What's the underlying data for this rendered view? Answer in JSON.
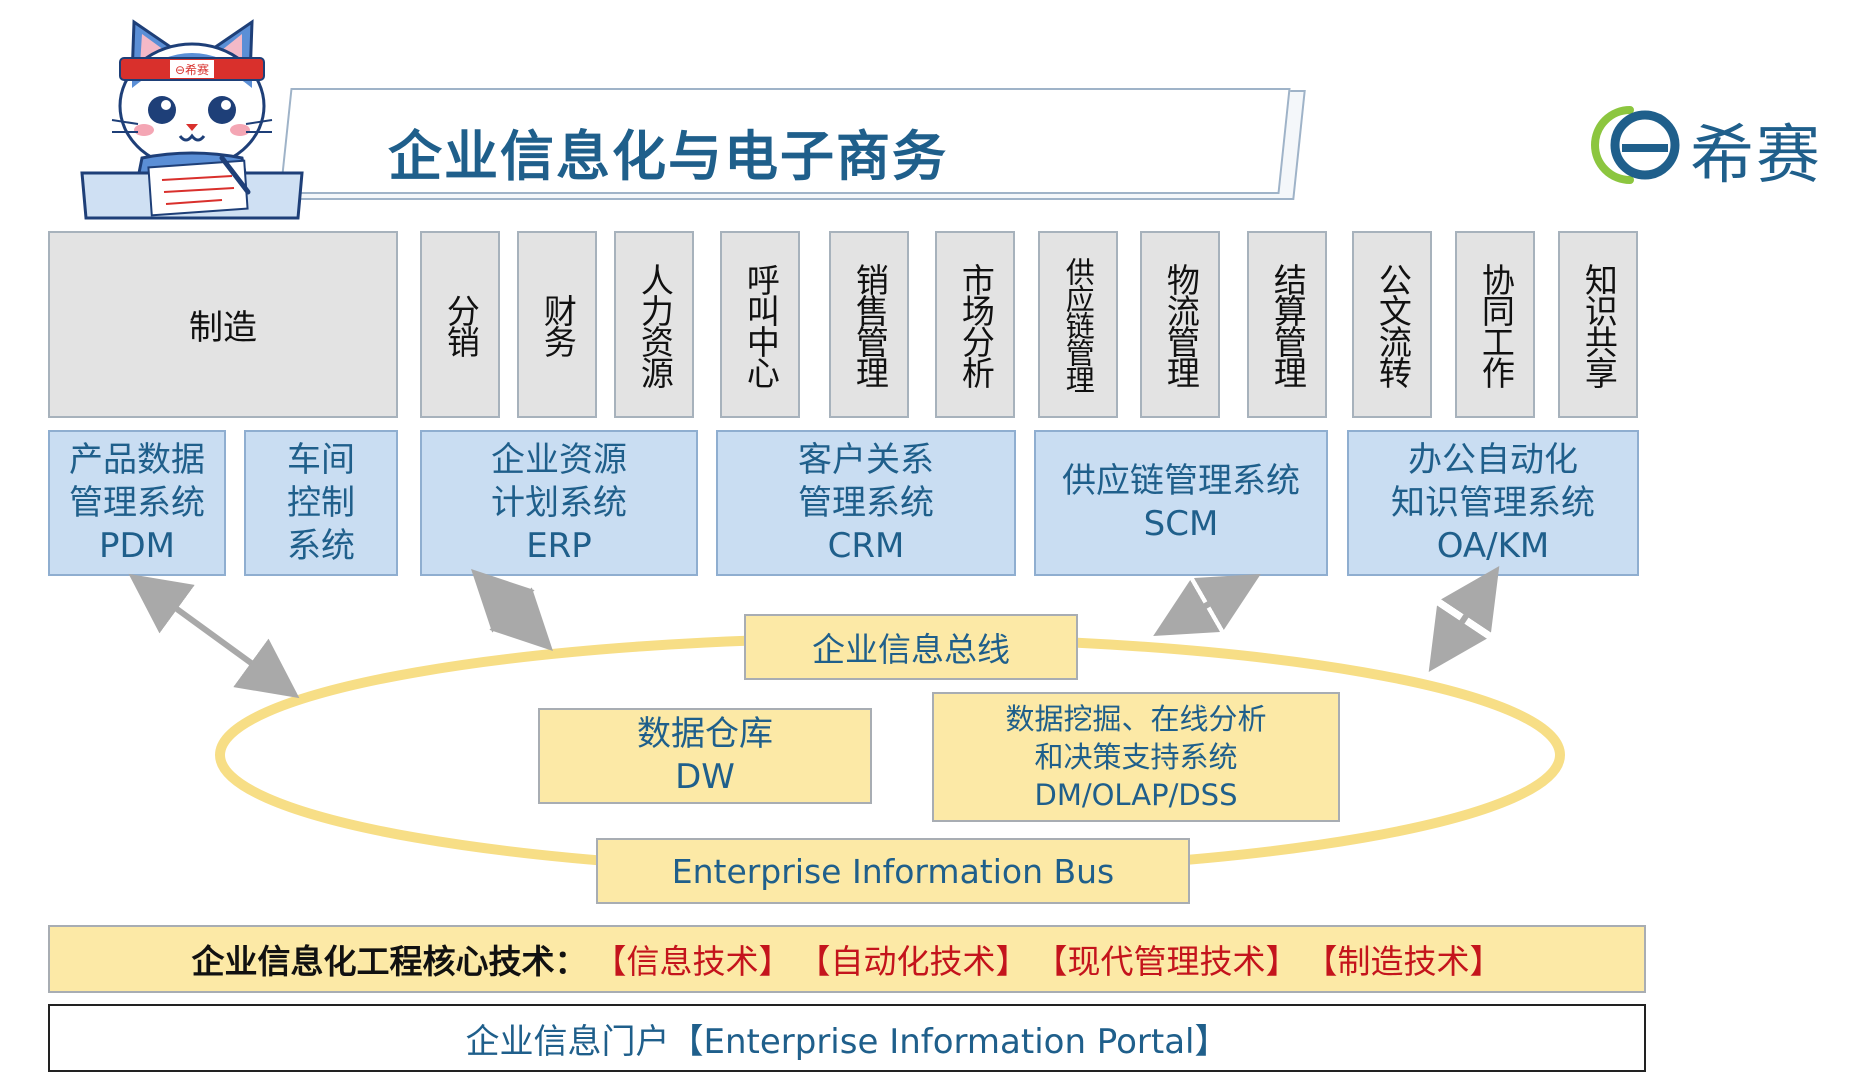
{
  "header": {
    "title": "企业信息化与电子商务",
    "mascot_headband": "⊖希赛",
    "logo_text": "希赛"
  },
  "modules": [
    {
      "id": "manufacturing",
      "label": "制造"
    },
    {
      "id": "distribution",
      "label": "分销"
    },
    {
      "id": "finance",
      "label": "财务"
    },
    {
      "id": "hr",
      "label": "人力资源"
    },
    {
      "id": "call-center",
      "label": "呼叫中心"
    },
    {
      "id": "sales-mgmt",
      "label": "销售管理"
    },
    {
      "id": "market-analysis",
      "label": "市场分析"
    },
    {
      "id": "supply-chain-mgmt",
      "label": "供应链管理"
    },
    {
      "id": "logistics-mgmt",
      "label": "物流管理"
    },
    {
      "id": "settlement-mgmt",
      "label": "结算管理"
    },
    {
      "id": "document-flow",
      "label": "公文流转"
    },
    {
      "id": "collaboration",
      "label": "协同工作"
    },
    {
      "id": "knowledge-sharing",
      "label": "知识共享"
    }
  ],
  "systems": [
    {
      "id": "pdm",
      "lines": [
        "产品数据",
        "管理系统",
        "PDM"
      ]
    },
    {
      "id": "shop-floor",
      "lines": [
        "车间",
        "控制",
        "系统"
      ]
    },
    {
      "id": "erp",
      "lines": [
        "企业资源",
        "计划系统",
        "ERP"
      ]
    },
    {
      "id": "crm",
      "lines": [
        "客户关系",
        "管理系统",
        "CRM"
      ]
    },
    {
      "id": "scm",
      "lines": [
        "供应链管理系统",
        "SCM"
      ]
    },
    {
      "id": "oa-km",
      "lines": [
        "办公自动化",
        "知识管理系统",
        "OA/KM"
      ]
    }
  ],
  "bus": {
    "top_label": "企业信息总线",
    "bottom_label": "Enterprise Information Bus",
    "dw": {
      "lines": [
        "数据仓库",
        "DW"
      ]
    },
    "dm": {
      "lines": [
        "数据挖掘、在线分析",
        "和决策支持系统",
        "DM/OLAP/DSS"
      ]
    }
  },
  "core_tech": {
    "label": "企业信息化工程核心技术：",
    "items": [
      "【信息技术】",
      "【自动化技术】",
      "【现代管理技术】",
      "【制造技术】"
    ]
  },
  "portal": {
    "text": "企业信息门户【Enterprise Information Portal】"
  },
  "colors": {
    "title_blue": "#1f5f8b",
    "module_grey": "#e3e3e3",
    "system_blue": "#c9ddf2",
    "bus_yellow": "#fce9a6",
    "ring_yellow": "#f7de86",
    "accent_red": "#c4141c",
    "arrow_grey": "#a9a9a9",
    "logo_green": "#8cc63f"
  }
}
